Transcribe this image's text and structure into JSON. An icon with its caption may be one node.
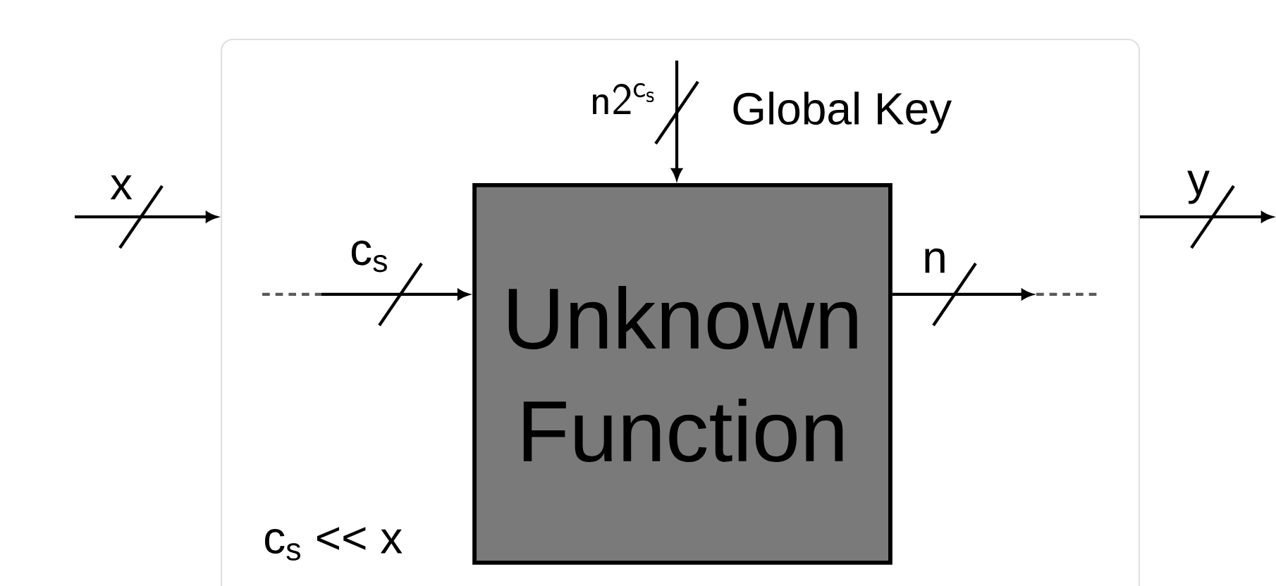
{
  "diagram": {
    "nodes": [
      {
        "text": [],
        "shape": "box"
      },
      {
        "text": [
          "Unknown Function"
        ],
        "in": 0
      }
    ],
    "edges": [
      {
        "from": null,
        "to": 0,
        "arrow": "to",
        "label": "x"
      },
      {
        "from": 0,
        "to": null,
        "arrow": "to",
        "label": "y"
      },
      {
        "from": null,
        "to": 1,
        "arrow": "to",
        "label": "c$_{s}$"
      },
      {
        "from": 1,
        "to": null,
        "arrow": "to",
        "label": "n"
      },
      {
        "from": null,
        "to": 1,
        "arrow": "to",
        "label": "\\mathsf{n2^{c_s}}"
      }
    ],
    "labels": [
      "Global Key",
      "c$_{s}$ << x"
    ]
  }
}
